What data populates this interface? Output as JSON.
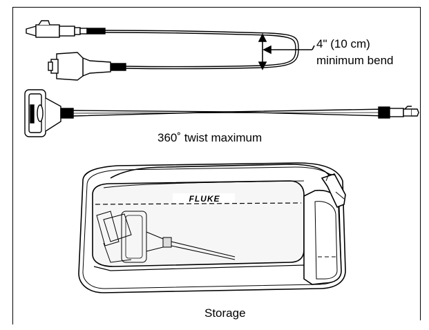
{
  "labels": {
    "bend_line1": "4\" (10 cm)",
    "bend_line2": "minimum bend",
    "twist": "360˚ twist maximum",
    "storage": "Storage",
    "brand_logo_text": "FLUKE"
  },
  "colors": {
    "line": "#000000",
    "background": "#ffffff",
    "shade": "#dcdcdc"
  },
  "icons": [
    "cable-adapter-icon",
    "bend-arrow-icon",
    "twist-adapter-icon",
    "storage-case-icon"
  ]
}
